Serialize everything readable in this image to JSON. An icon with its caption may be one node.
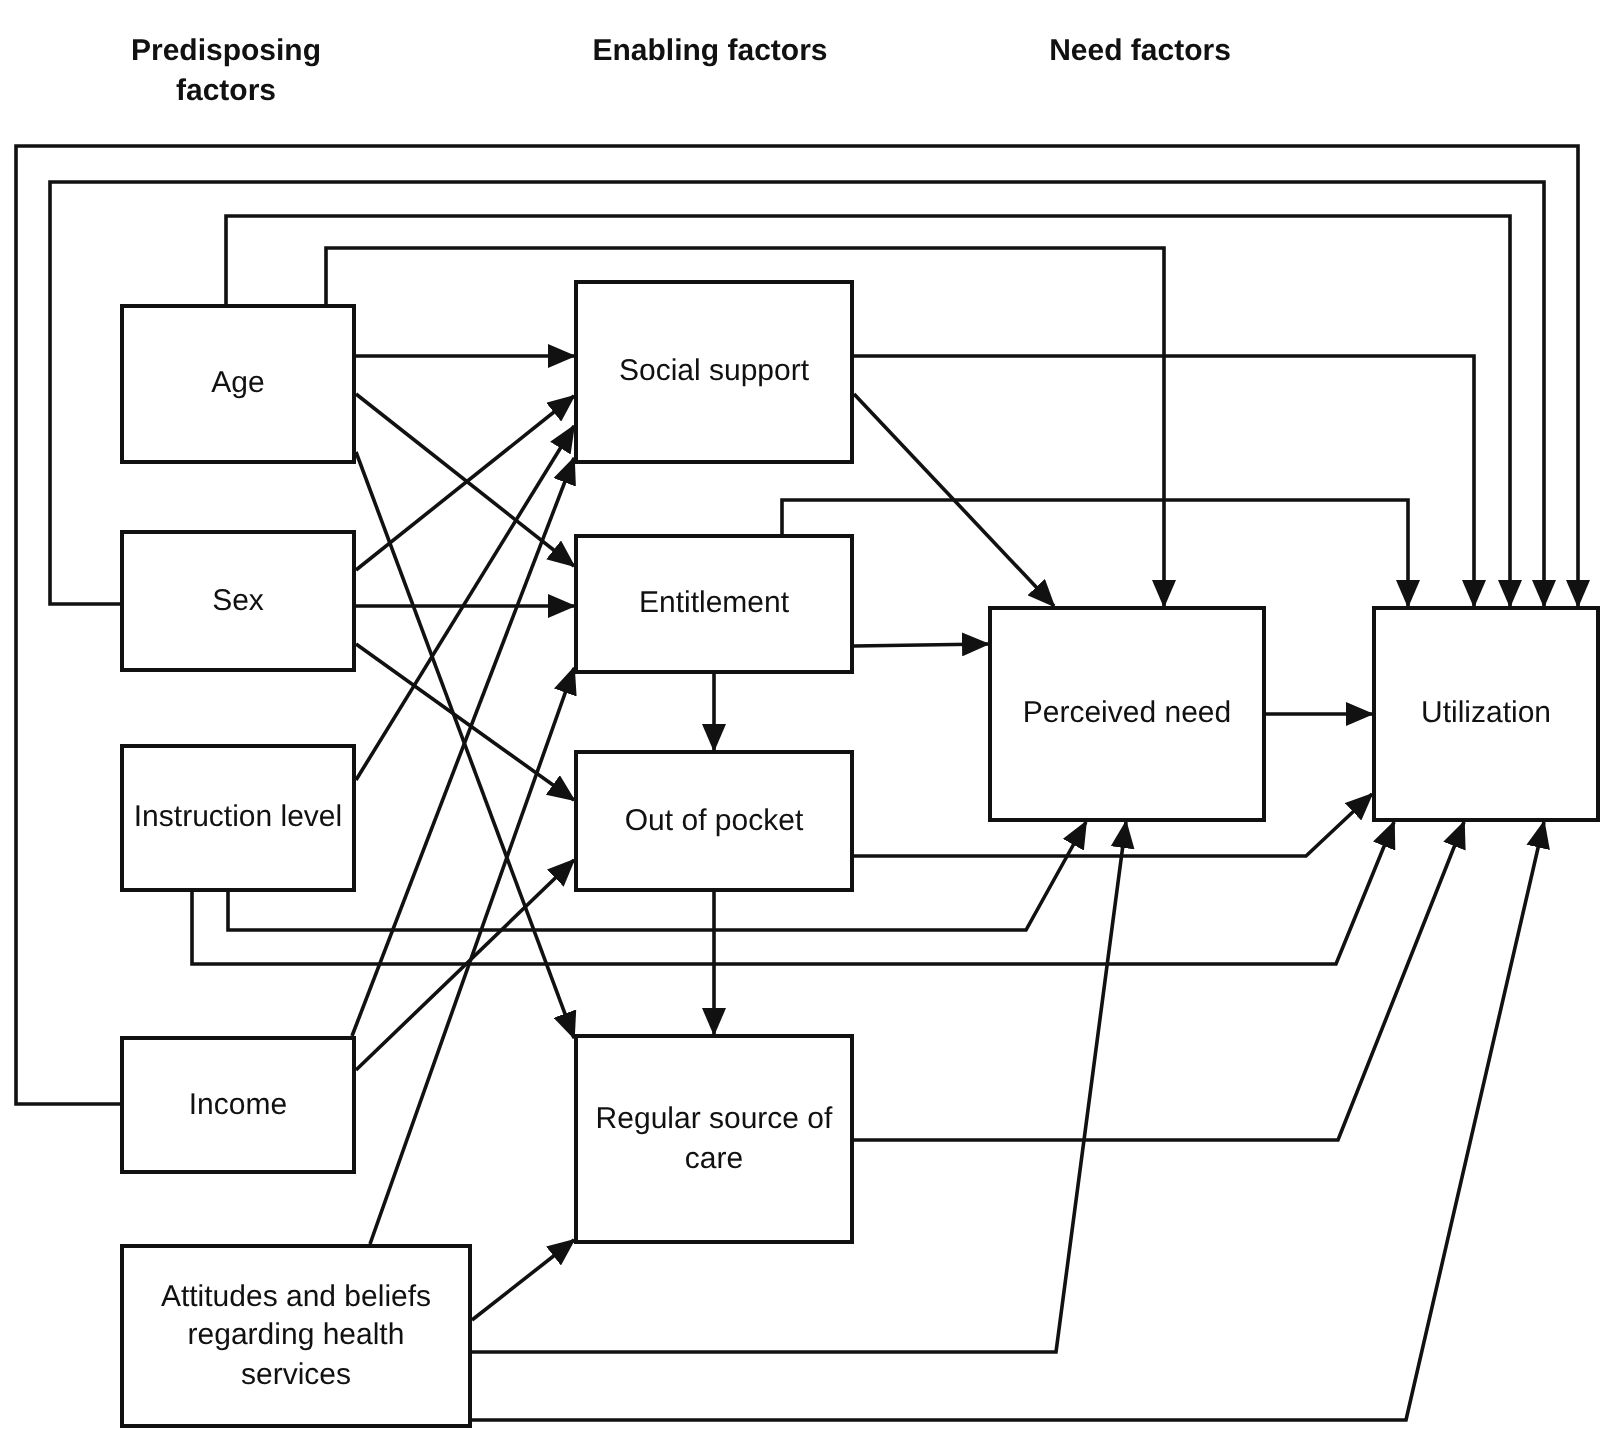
{
  "diagram": {
    "nodes": [
      {
        "text": [
          "Age"
        ]
      },
      {
        "text": [
          "Sex"
        ]
      },
      {
        "text": [
          "Instruction level"
        ]
      },
      {
        "text": [
          "Income"
        ]
      },
      {
        "text": [
          "Attitudes and beliefs regarding health services"
        ]
      },
      {
        "text": [
          "Social support"
        ]
      },
      {
        "text": [
          "Entitlement"
        ]
      },
      {
        "text": [
          "Out of pocket"
        ]
      },
      {
        "text": [
          "Regular source of care"
        ]
      },
      {
        "text": [
          "Perceived need"
        ]
      },
      {
        "text": [
          "Utilization"
        ]
      }
    ],
    "edges": [
      {
        "from": 0,
        "to": 5,
        "arrow": "to"
      },
      {
        "from": 0,
        "to": 6,
        "arrow": "to"
      },
      {
        "from": 0,
        "to": 8,
        "arrow": "to"
      },
      {
        "from": 0,
        "to": 9,
        "arrow": "to"
      },
      {
        "from": 0,
        "to": 10,
        "arrow": "to"
      },
      {
        "from": 1,
        "to": 5,
        "arrow": "to"
      },
      {
        "from": 1,
        "to": 6,
        "arrow": "to"
      },
      {
        "from": 1,
        "to": 7,
        "arrow": "to"
      },
      {
        "from": 1,
        "to": 10,
        "arrow": "to"
      },
      {
        "from": 2,
        "to": 5,
        "arrow": "to"
      },
      {
        "from": 2,
        "to": 9,
        "arrow": "to"
      },
      {
        "from": 2,
        "to": 10,
        "arrow": "to"
      },
      {
        "from": 3,
        "to": 5,
        "arrow": "to"
      },
      {
        "from": 3,
        "to": 7,
        "arrow": "to"
      },
      {
        "from": 3,
        "to": 10,
        "arrow": "to"
      },
      {
        "from": 4,
        "to": 6,
        "arrow": "to"
      },
      {
        "from": 4,
        "to": 8,
        "arrow": "to"
      },
      {
        "from": 4,
        "to": 9,
        "arrow": "to"
      },
      {
        "from": 4,
        "to": 10,
        "arrow": "to"
      },
      {
        "from": 5,
        "to": 9,
        "arrow": "to"
      },
      {
        "from": 5,
        "to": 10,
        "arrow": "to"
      },
      {
        "from": 6,
        "to": 9,
        "arrow": "to"
      },
      {
        "from": 6,
        "to": 7,
        "arrow": "to"
      },
      {
        "from": 6,
        "to": 10,
        "arrow": "to"
      },
      {
        "from": 7,
        "to": 10,
        "arrow": "to"
      },
      {
        "from": 7,
        "to": 8,
        "arrow": "to"
      },
      {
        "from": 9,
        "to": 10,
        "arrow": "to"
      },
      {
        "from": 8,
        "to": 10,
        "arrow": "to"
      }
    ],
    "labels": [
      "Predisposing factors",
      "Enabling factors",
      "Need factors"
    ]
  }
}
